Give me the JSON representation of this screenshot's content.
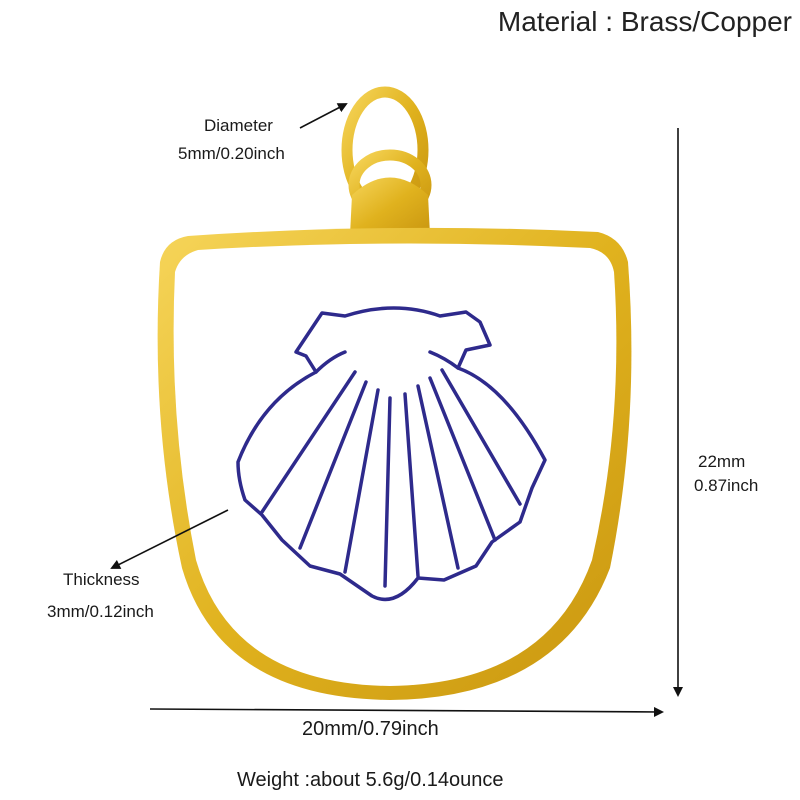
{
  "material": "Material : Brass/Copper",
  "diameter": {
    "label": "Diameter",
    "value": "5mm/0.20inch"
  },
  "thickness": {
    "label": "Thickness",
    "value": "3mm/0.12inch"
  },
  "height": {
    "mm": "22mm",
    "inch": "0.87inch"
  },
  "width": "20mm/0.79inch",
  "weight": "Weight :about 5.6g/0.14ounce",
  "colors": {
    "gold": "#e0b21e",
    "enamel": "#ffffff",
    "shell_outline": "#2e2a8c",
    "arrow": "#111111"
  },
  "icons": {
    "pendant": "shell-pendant-icon",
    "jump_ring": "jump-ring-icon"
  }
}
